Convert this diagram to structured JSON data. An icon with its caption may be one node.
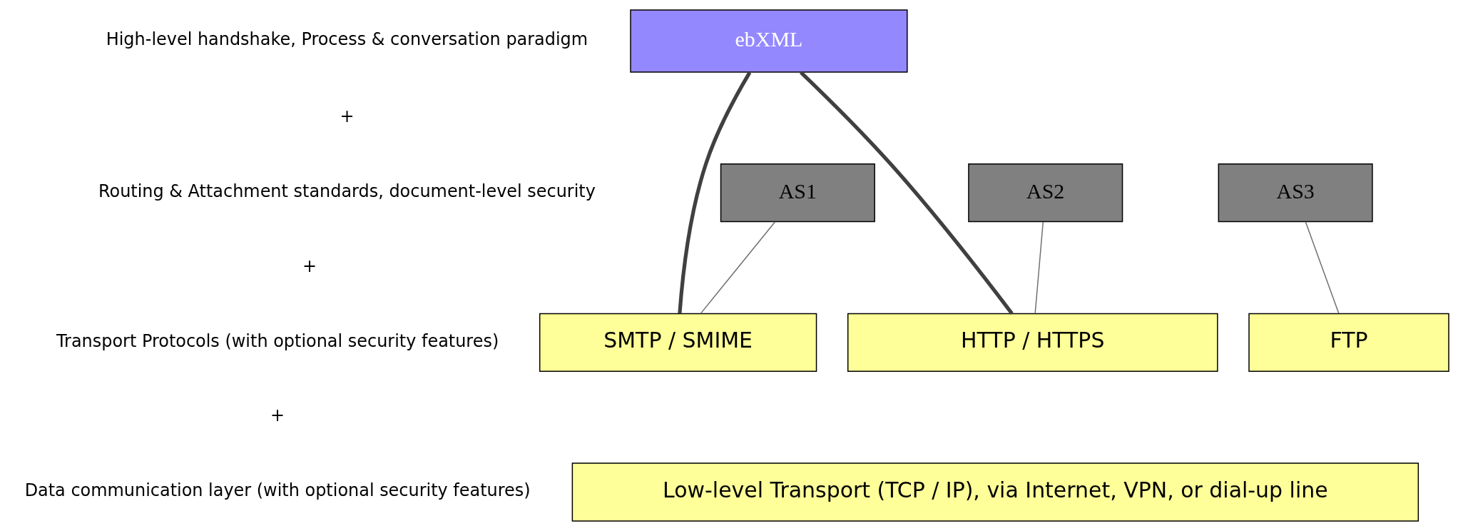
{
  "diagram": {
    "nodes": [
      {
        "text": [
          "ebXML"
        ]
      },
      {
        "text": [
          "AS1"
        ]
      },
      {
        "text": [
          "AS2"
        ]
      },
      {
        "text": [
          "AS3"
        ]
      },
      {
        "text": [
          "SMTP / SMIME"
        ]
      },
      {
        "text": [
          "HTTP / HTTPS"
        ]
      },
      {
        "text": [
          "FTP"
        ]
      },
      {
        "text": [
          "Low-level Transport (TCP / IP), via Internet, VPN, or dial-up line"
        ]
      }
    ],
    "edges": [
      {
        "from": 0,
        "to": 4,
        "arrow": "none",
        "style": "thick"
      },
      {
        "from": 0,
        "to": 5,
        "arrow": "none",
        "style": "thick"
      },
      {
        "from": 1,
        "to": 4,
        "arrow": "none"
      },
      {
        "from": 2,
        "to": 5,
        "arrow": "none"
      },
      {
        "from": 3,
        "to": 6,
        "arrow": "none"
      }
    ],
    "labels": [
      "High-level handshake, Process & conversation paradigm",
      "+",
      "Routing & Attachment standards, document-level security",
      "+",
      "Transport Protocols (with optional security features)",
      "+",
      "Data communication layer (with optional security features)"
    ]
  }
}
